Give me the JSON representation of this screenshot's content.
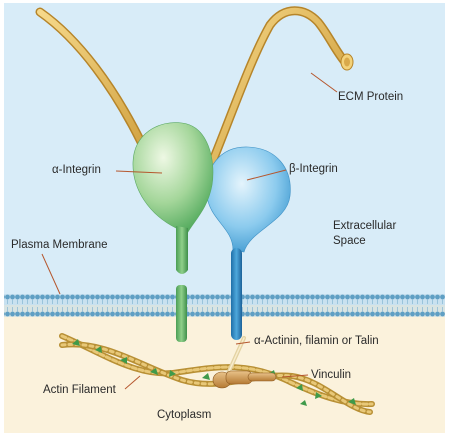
{
  "labels": {
    "ecm_protein": "ECM Protein",
    "alpha_integrin": "α-Integrin",
    "beta_integrin": "β-Integrin",
    "extracellular_line1": "Extracellular",
    "extracellular_line2": "Space",
    "plasma_membrane": "Plasma Membrane",
    "actinin": "α-Actinin, filamin or Talin",
    "vinculin": "Vinculin",
    "actin_filament": "Actin Filament",
    "cytoplasm": "Cytoplasm"
  },
  "colors": {
    "extracellular": "#d8ecf8",
    "cytoplasm": "#fbf2dc",
    "membrane": "#5f9fc4",
    "ecm_protein": "#e6b446",
    "alpha_integrin": "#7cc283",
    "beta_integrin": "#4aa8dc",
    "actin": "#c9a24e",
    "actin_nodes": "#3f9a4a",
    "leader_lines": "#b5562d",
    "text": "#2a2a2a"
  }
}
